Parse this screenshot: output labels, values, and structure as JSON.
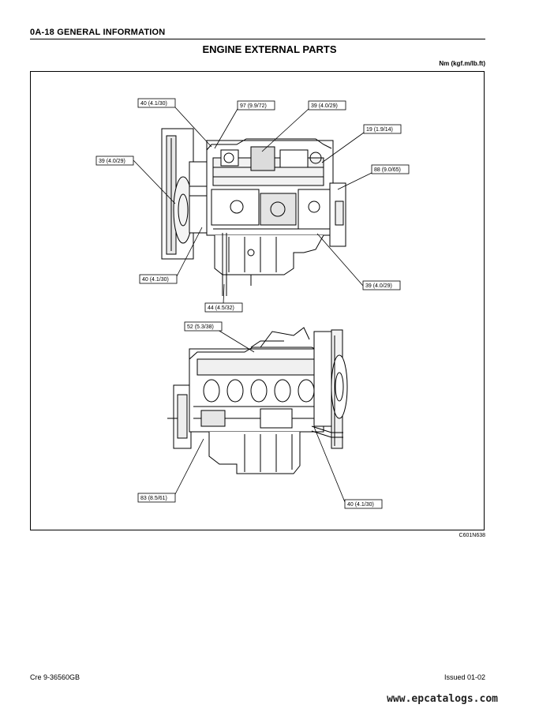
{
  "header": {
    "section": "0A-18  GENERAL INFORMATION"
  },
  "title": "ENGINE EXTERNAL PARTS",
  "units": "Nm (kgf.m/lb.ft)",
  "torque_labels": {
    "t1": "40 (4.1/30)",
    "t2": "97 (9.9/72)",
    "t3": "39 (4.0/29)",
    "t4": "19 (1.9/14)",
    "t5": "39 (4.0/29)",
    "t6": "88 (9.0/65)",
    "t7": "40 (4.1/30)",
    "t8": "44 (4.5/32)",
    "t9": "39 (4.0/29)",
    "t10": "52 (5.3/38)",
    "t11": "83 (8.5/61)",
    "t12": "40 (4.1/30)"
  },
  "figure_code": "C601N638",
  "footer": {
    "left": "Cre 9-36560GB",
    "right": "Issued 01-02"
  },
  "watermark": "www.epcatalogs.com"
}
